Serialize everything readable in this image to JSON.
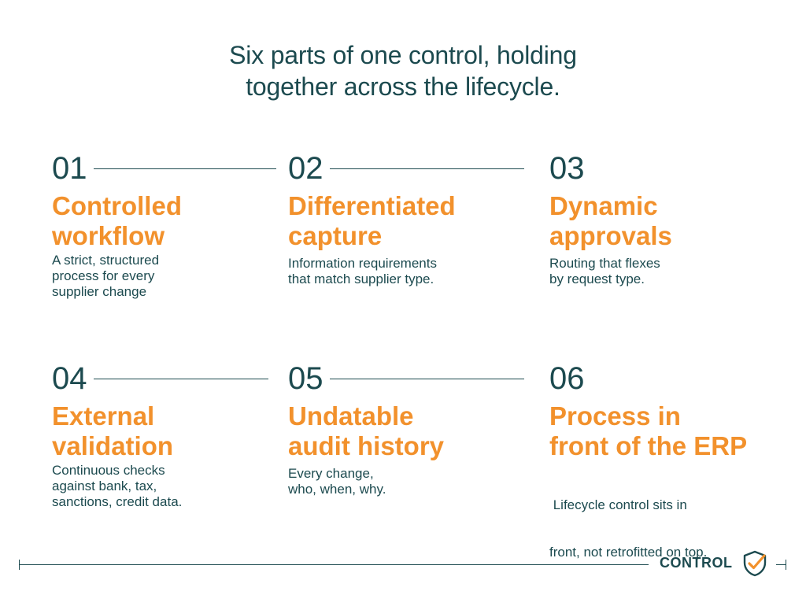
{
  "headline": {
    "line1": "Six parts of one control, holding",
    "line2": "together across the lifecycle."
  },
  "items": [
    {
      "number": "01",
      "title": [
        "Controlled",
        "workflow"
      ],
      "description": [
        "A strict, structured",
        "process for every",
        "supplier change"
      ]
    },
    {
      "number": "02",
      "title": [
        "Differentiated",
        "capture"
      ],
      "description": [
        "Information requirements",
        "that match supplier type."
      ]
    },
    {
      "number": "03",
      "title": [
        "Dynamic",
        "approvals"
      ],
      "description": [
        "Routing that flexes",
        "by request type."
      ]
    },
    {
      "number": "04",
      "title": [
        "External",
        "validation"
      ],
      "description": [
        "Continuous checks",
        "against bank, tax,",
        "sanctions, credit data."
      ]
    },
    {
      "number": "05",
      "title": [
        "Undatable",
        "audit history"
      ],
      "description": [
        "Every change,",
        "who, when, why."
      ]
    },
    {
      "number": "06",
      "title": [
        "Process in",
        "front of the ERP"
      ],
      "description": [
        " Lifecycle control sits in",
        "front, not retrofitted on top."
      ]
    }
  ],
  "footer": {
    "brand": "CONTROL",
    "brand_icon": "shield-check-icon"
  },
  "colors": {
    "primary": "#1c4a4f",
    "accent": "#f2912c"
  }
}
